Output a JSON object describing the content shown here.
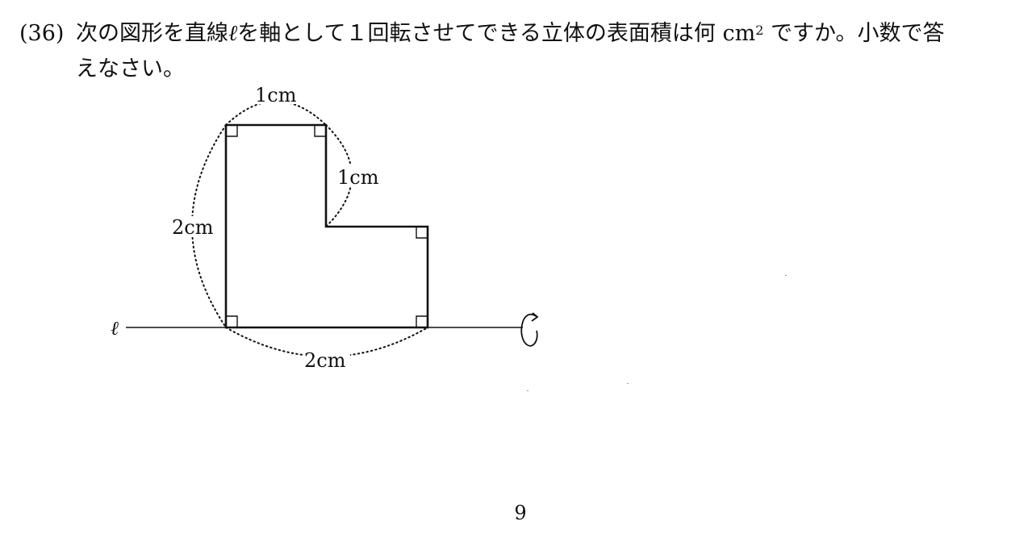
{
  "problem": {
    "number": "(36)",
    "line1_a": "次の図形を直線",
    "axis_symbol": "ℓ",
    "line1_b": "を軸として１回転させてできる立体の表面積は何",
    "unit": "cm",
    "unit_exponent": "2",
    "line1_c": "ですか。小数で答",
    "line2": "えなさい。"
  },
  "figure": {
    "axis_label": "ℓ",
    "top_width_label": "1cm",
    "step_height_label": "1cm",
    "left_height_label": "2cm",
    "bottom_width_label": "2cm"
  },
  "page": {
    "number": "9"
  }
}
